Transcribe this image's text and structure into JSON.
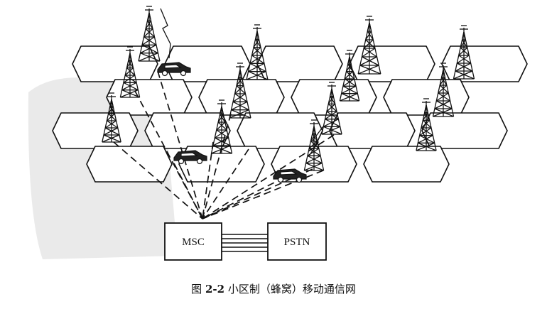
{
  "diagram": {
    "msc_label": "MSC",
    "pstn_label": "PSTN"
  },
  "caption": {
    "prefix": "图",
    "number": "2-2",
    "title": "小区制（蜂窝）移动通信网"
  },
  "colors": {
    "line": "#111111",
    "background": "#ffffff",
    "watermark": "#d9d9d9"
  },
  "icons": [
    "base-station-tower-icon",
    "car-icon",
    "radio-wave-icon"
  ]
}
